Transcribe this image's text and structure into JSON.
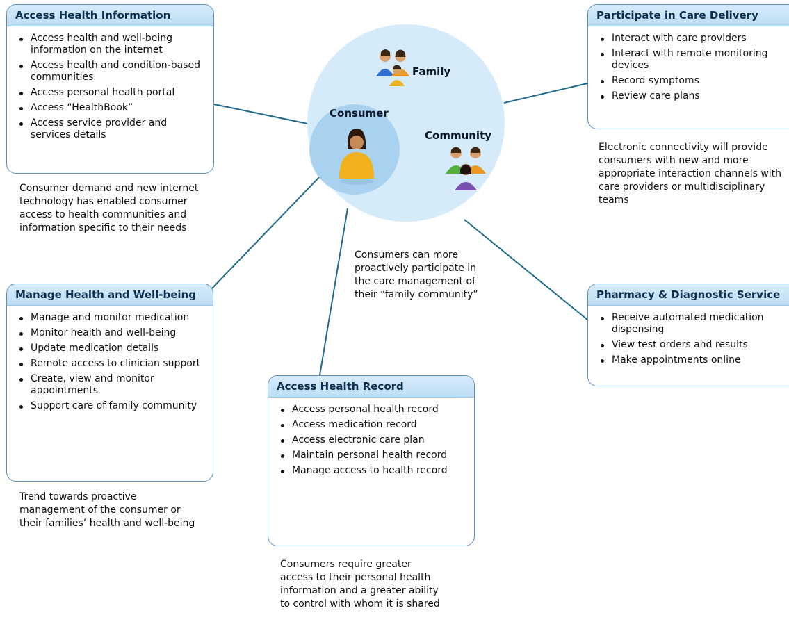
{
  "hub": {
    "family_label": "Family",
    "consumer_label": "Consumer",
    "community_label": "Community",
    "icons": [
      "family-icon",
      "consumer-person-icon",
      "community-icon"
    ],
    "colors": {
      "outer_circle": "#d6ebfa",
      "inner_circle": "#a9d2f1",
      "connector": "#1d6a8c",
      "box_border": "#5b8fc4"
    }
  },
  "boxes": {
    "access_info": {
      "title": "Access Health Information",
      "items": [
        "Access health and well-being information on the internet",
        "Access health and condition-based communities",
        "Access personal health portal",
        "Access “HealthBook”",
        "Access service provider and services details"
      ],
      "note": "Consumer demand and new internet technology has enabled consumer access to health communities and information specific to their needs"
    },
    "care_delivery": {
      "title": "Participate in Care Delivery",
      "items": [
        "Interact with care providers",
        "Interact with remote monitoring devices",
        "Record symptoms",
        "Review care plans"
      ],
      "note": "Electronic connectivity will provide consumers with new and more appropriate interaction channels with care providers or multidisciplinary teams"
    },
    "manage_health": {
      "title": "Manage Health and Well-being",
      "items": [
        "Manage and monitor medication",
        "Monitor health and well-being",
        "Update medication details",
        "Remote access to clinician support",
        "Create, view and monitor appointments",
        "Support care of family community"
      ],
      "note": "Trend towards proactive management of the consumer or their families’ health and well-being"
    },
    "pharmacy": {
      "title": "Pharmacy & Diagnostic Service",
      "items": [
        "Receive automated medication dispensing",
        "View test orders and results",
        "Make appointments online"
      ]
    },
    "health_record": {
      "title": "Access Health Record",
      "items": [
        "Access personal health record",
        "Access medication record",
        "Access electronic care plan",
        "Maintain personal health record",
        "Manage access to health record"
      ],
      "note": "Consumers require greater access to their personal health information and a greater ability to control with whom it is shared"
    }
  },
  "center_note": "Consumers can more proactively participate in the care management of their “family community”"
}
